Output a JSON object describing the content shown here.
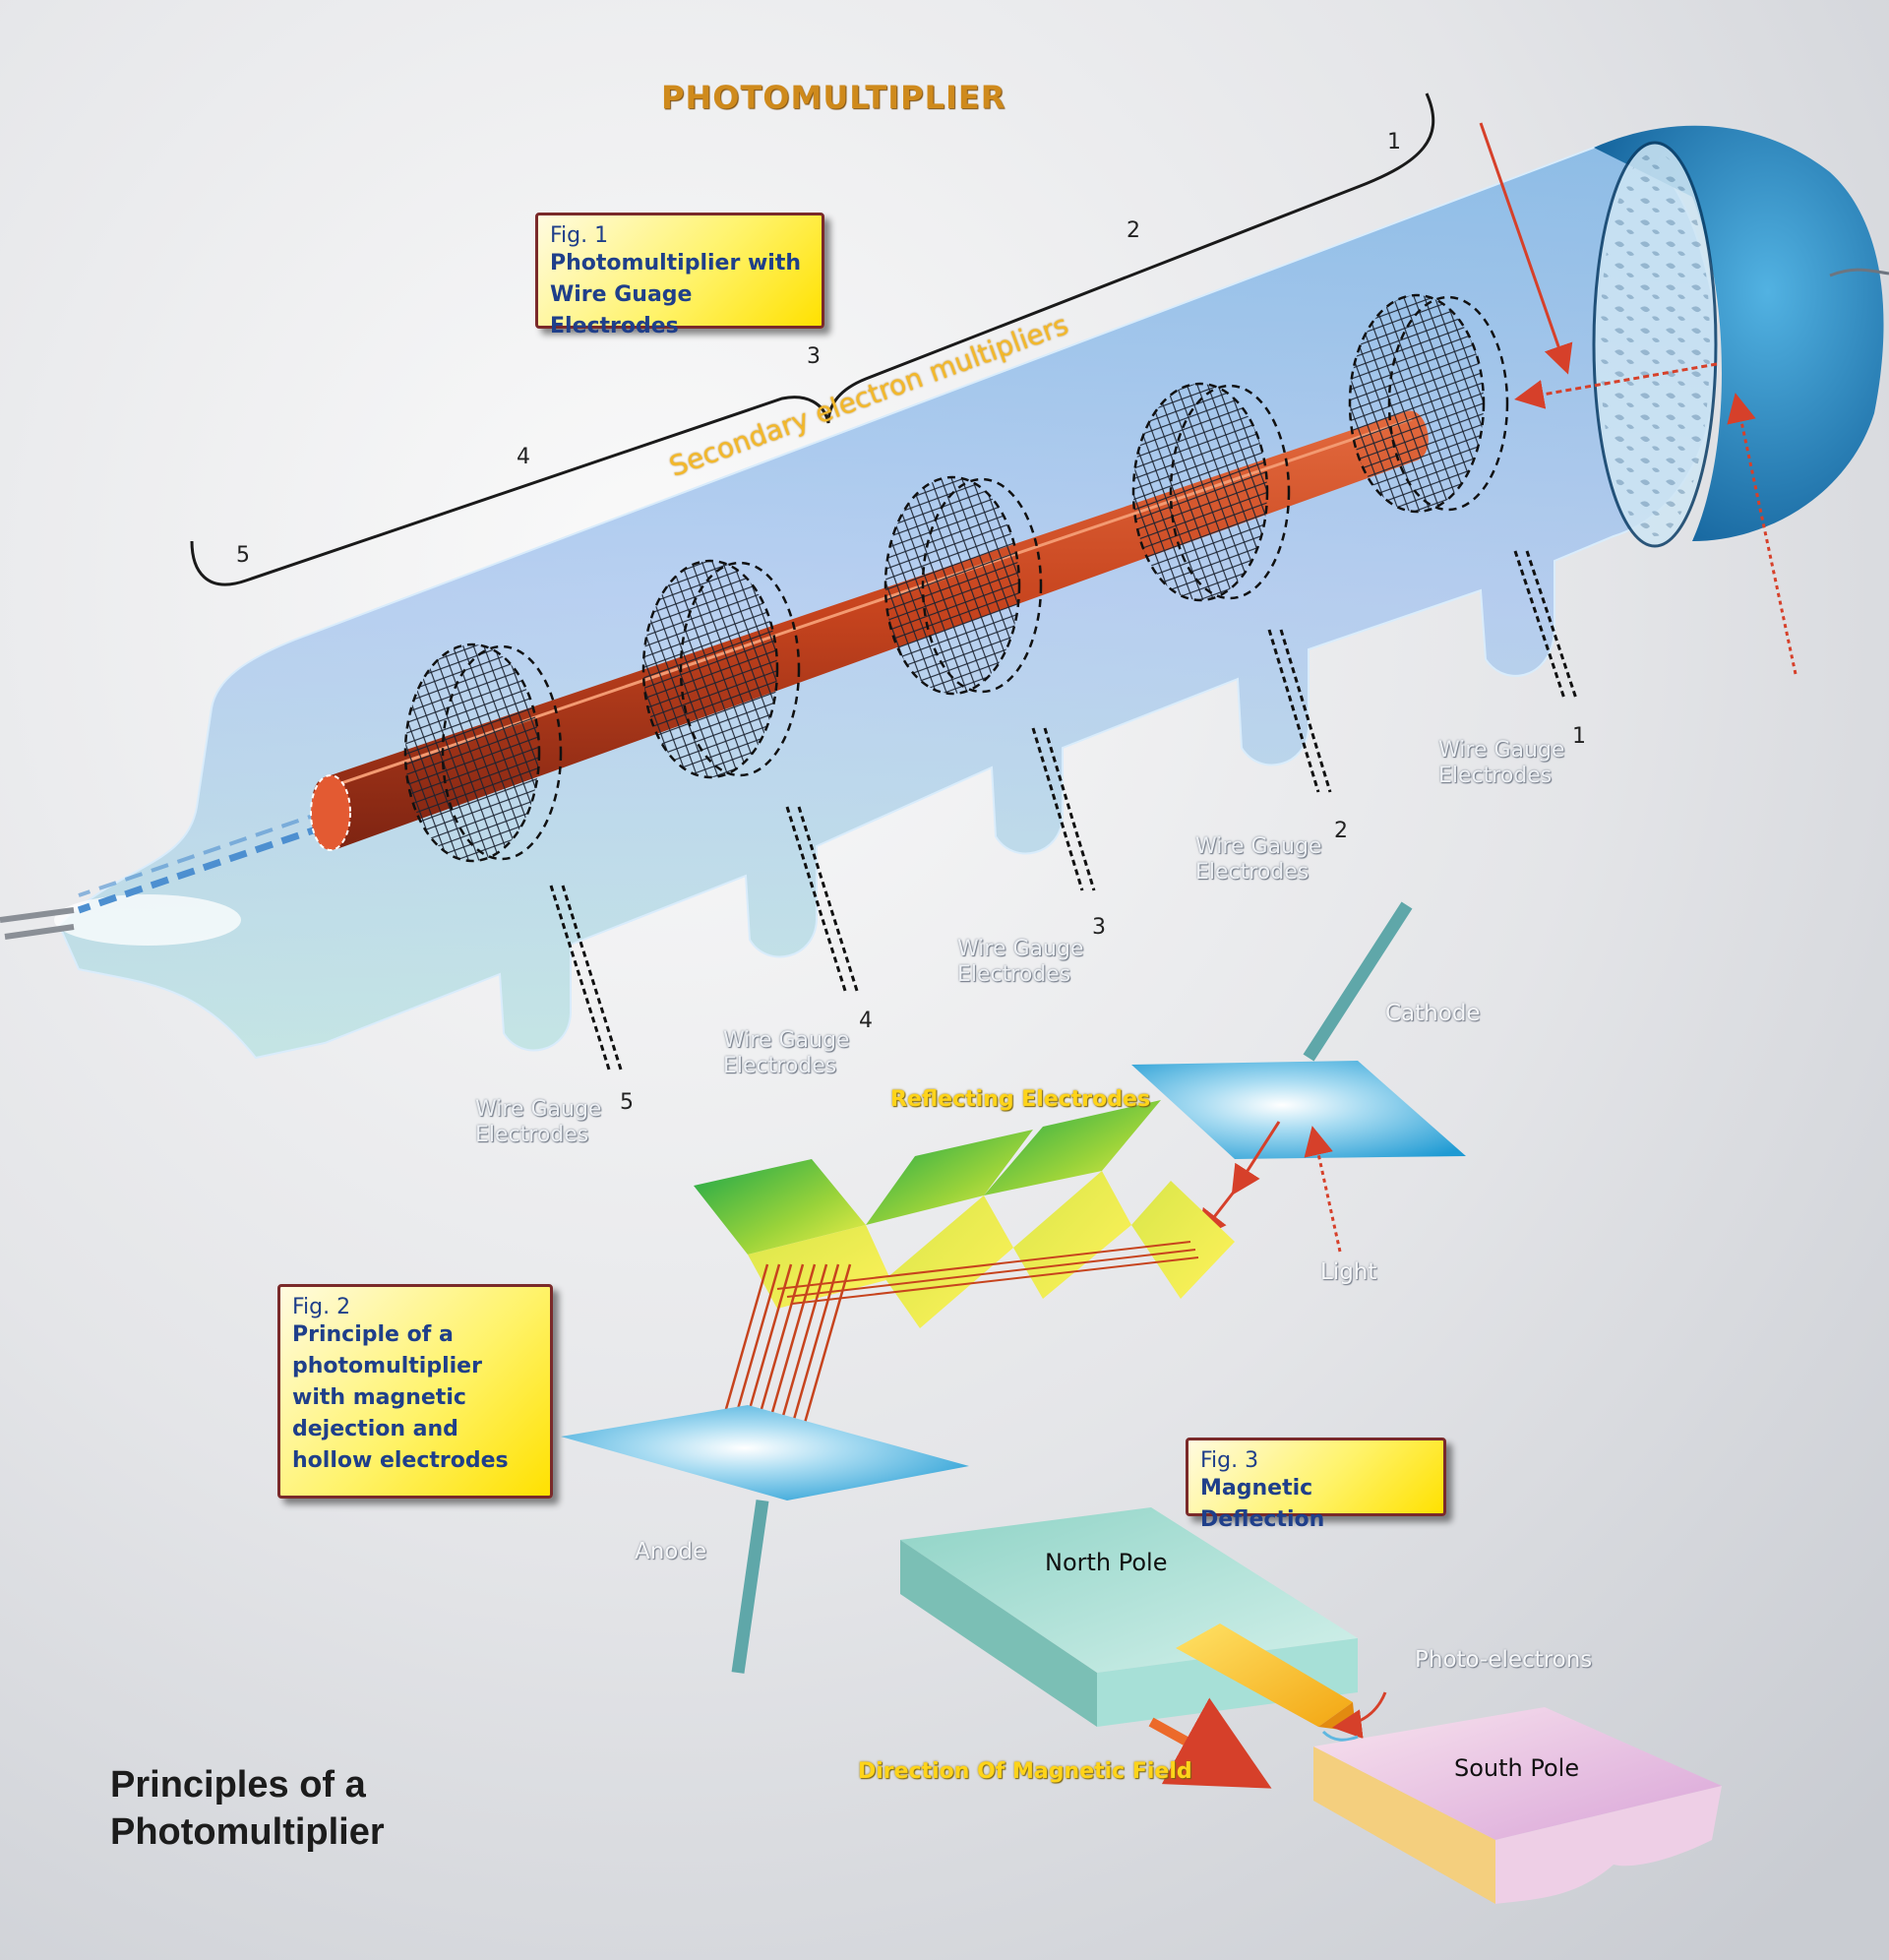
{
  "title": "PHOTOMULTIPLIER",
  "bracket_numbers": [
    "1",
    "2",
    "3",
    "4",
    "5"
  ],
  "secondary_label": "Secondary electron multipliers",
  "fig1": {
    "number": "Fig. 1",
    "title": "Photomultiplier with Wire Guage Electrodes"
  },
  "electrodes": [
    {
      "label": "Wire Gauge Electrodes",
      "number": "1"
    },
    {
      "label": "Wire Gauge Electrodes",
      "number": "2"
    },
    {
      "label": "Wire Gauge Electrodes",
      "number": "3"
    },
    {
      "label": "Wire Gauge Electrodes",
      "number": "4"
    },
    {
      "label": "Wire Gauge Electrodes",
      "number": "5"
    }
  ],
  "fig2": {
    "number": "Fig. 2",
    "title": "Principle of a photomultiplier with magnetic dejection and hollow electrodes",
    "labels": {
      "reflecting": "Reflecting Electrodes",
      "cathode": "Cathode",
      "light": "Light",
      "anode": "Anode"
    }
  },
  "fig3": {
    "number": "Fig. 3",
    "title": "Magnetic Deflection",
    "labels": {
      "north": "North Pole",
      "south": "South Pole",
      "photo": "Photo-electrons",
      "direction": "Direction Of Magnetic Field"
    }
  },
  "main_title": "Principles of a Photomultiplier",
  "colors": {
    "tube": "#9fc8ec",
    "rod": "#c7441e",
    "bulb": "#1f86c6",
    "arrow": "#d6402a",
    "label_box": "#fff36a",
    "accent_yellow": "#ffd41a"
  }
}
